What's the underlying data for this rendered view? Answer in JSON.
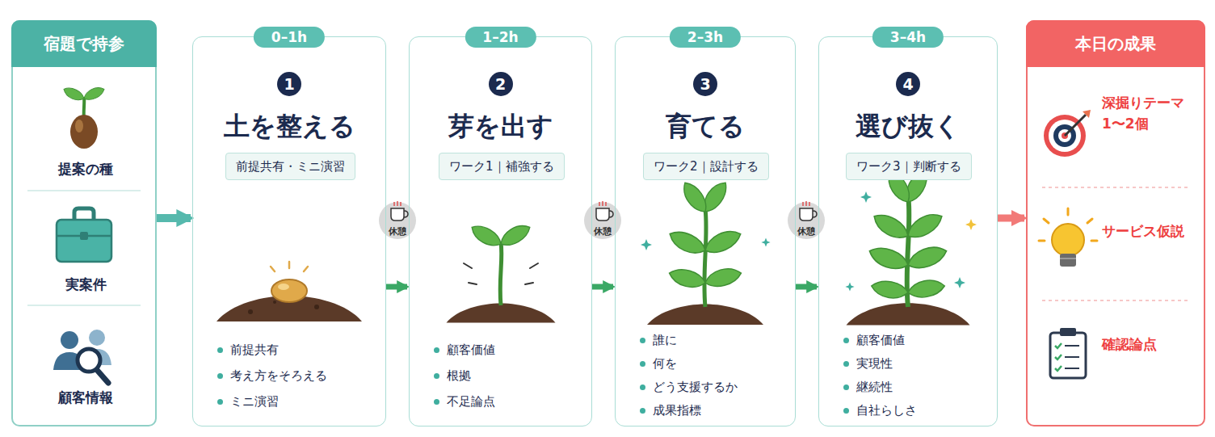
{
  "diagram": {
    "nodes": [
      {
        "text": [
          "宿題で持参"
        ]
      },
      {
        "text": [
          "提案の種"
        ],
        "in": 0
      },
      {
        "text": [
          "実案件"
        ],
        "in": 0
      },
      {
        "text": [
          "顧客情報"
        ],
        "in": 0
      },
      {
        "text": [
          "0–1h",
          "1",
          "土を整える",
          "前提共有",
          "考え方をそろえる",
          "ミニ演習"
        ]
      },
      {
        "text": [
          "前提共有・ミニ演習"
        ],
        "in": 4
      },
      {
        "text": [
          "休憩"
        ]
      },
      {
        "text": [
          "1–2h",
          "2",
          "芽を出す",
          "顧客価値",
          "根拠",
          "不足論点"
        ]
      },
      {
        "text": [
          "ワーク1｜補強する"
        ],
        "in": 7
      },
      {
        "text": [
          "休憩"
        ]
      },
      {
        "text": [
          "2–3h",
          "3",
          "育てる",
          "誰に",
          "何を",
          "どう支援するか",
          "成果指標"
        ]
      },
      {
        "text": [
          "ワーク2｜設計する"
        ],
        "in": 10
      },
      {
        "text": [
          "休憩"
        ]
      },
      {
        "text": [
          "3–4h",
          "4",
          "選び抜く",
          "顧客価値",
          "実現性",
          "継続性",
          "自社らしさ"
        ]
      },
      {
        "text": [
          "ワーク3｜判断する"
        ],
        "in": 13
      },
      {
        "text": [
          "本日の成果"
        ]
      },
      {
        "text": [
          "深掘りテーマ 1〜2個"
        ],
        "in": 15
      },
      {
        "text": [
          "サービス仮説"
        ],
        "in": 15
      },
      {
        "text": [
          "確認論点"
        ],
        "in": 15
      }
    ],
    "edges": [
      {
        "from": 0,
        "to": 4,
        "arrow": "to"
      },
      {
        "from": 4,
        "to": 7,
        "arrow": "to"
      },
      {
        "from": 7,
        "to": 10,
        "arrow": "to"
      },
      {
        "from": 10,
        "to": 13,
        "arrow": "to"
      },
      {
        "from": 13,
        "to": 15,
        "arrow": "to"
      }
    ]
  }
}
